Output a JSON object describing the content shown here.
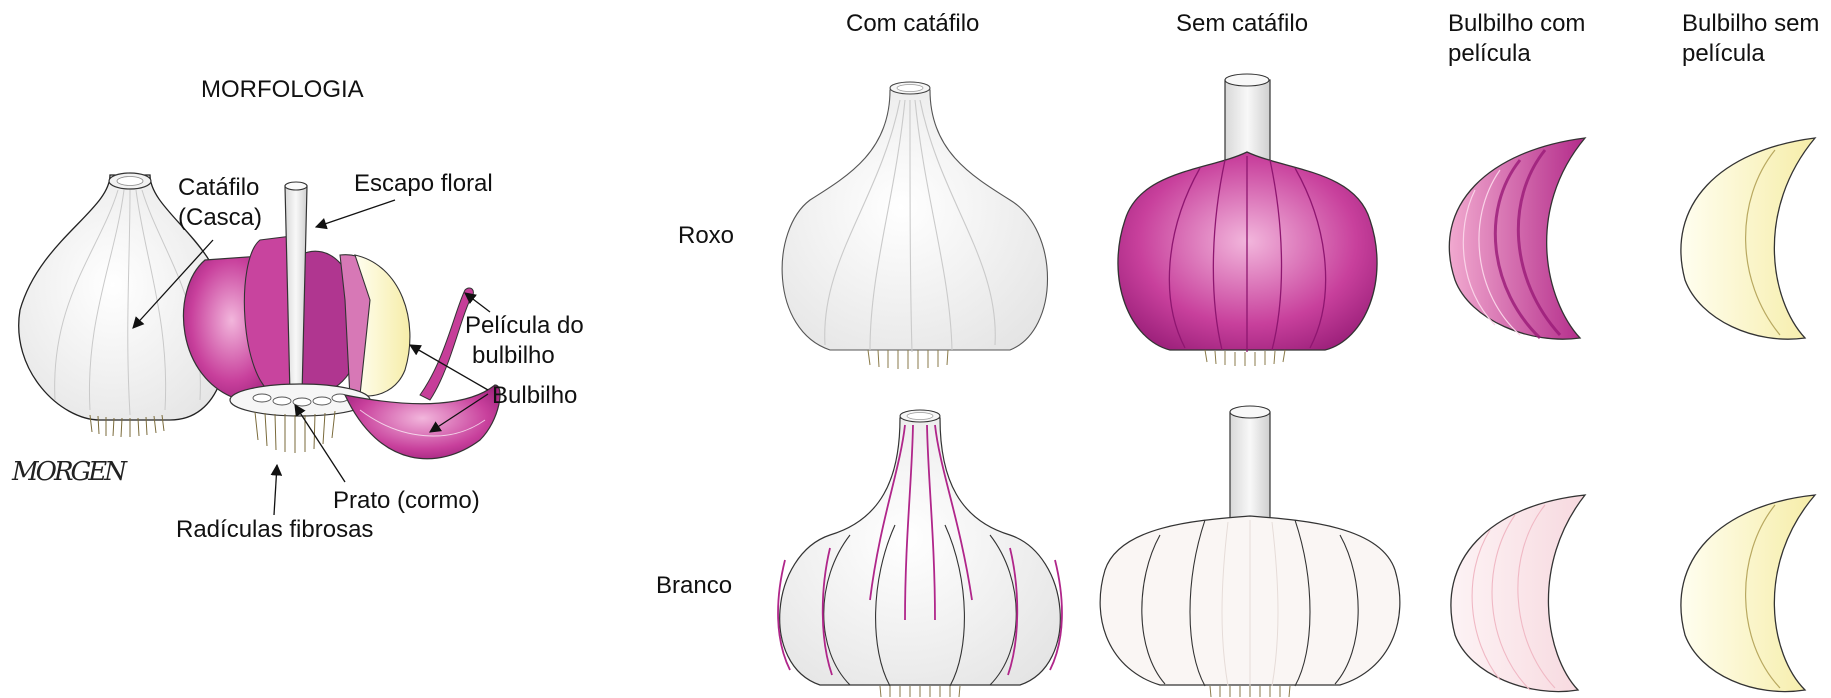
{
  "morphology": {
    "title": "MORFOLOGIA",
    "labels": {
      "catafilo_line1": "Catáfilo",
      "catafilo_line2": "(Casca)",
      "escapo": "Escapo floral",
      "pelicula_line1": "Película do",
      "pelicula_line2": "bulbilho",
      "bulbilho": "Bulbilho",
      "prato": "Prato (cormo)",
      "radiculas": "Radículas fibrosas"
    },
    "signature": "MORGEN"
  },
  "grid": {
    "columns": {
      "com_catafilo": "Com catáfilo",
      "sem_catafilo": "Sem catáfilo",
      "bulbilho_com_line1": "Bulbilho com",
      "bulbilho_com_line2": "película",
      "bulbilho_sem_line1": "Bulbilho sem",
      "bulbilho_sem_line2": "película"
    },
    "rows": {
      "roxo": "Roxo",
      "branco": "Branco"
    }
  },
  "colors": {
    "purple": "#b0268a",
    "purple_light": "#e07ab8",
    "cream": "#fbf6c4",
    "white_skin": "#f4f4f4",
    "pink_light": "#fbe6ea",
    "roots": "#d8cfa4"
  }
}
